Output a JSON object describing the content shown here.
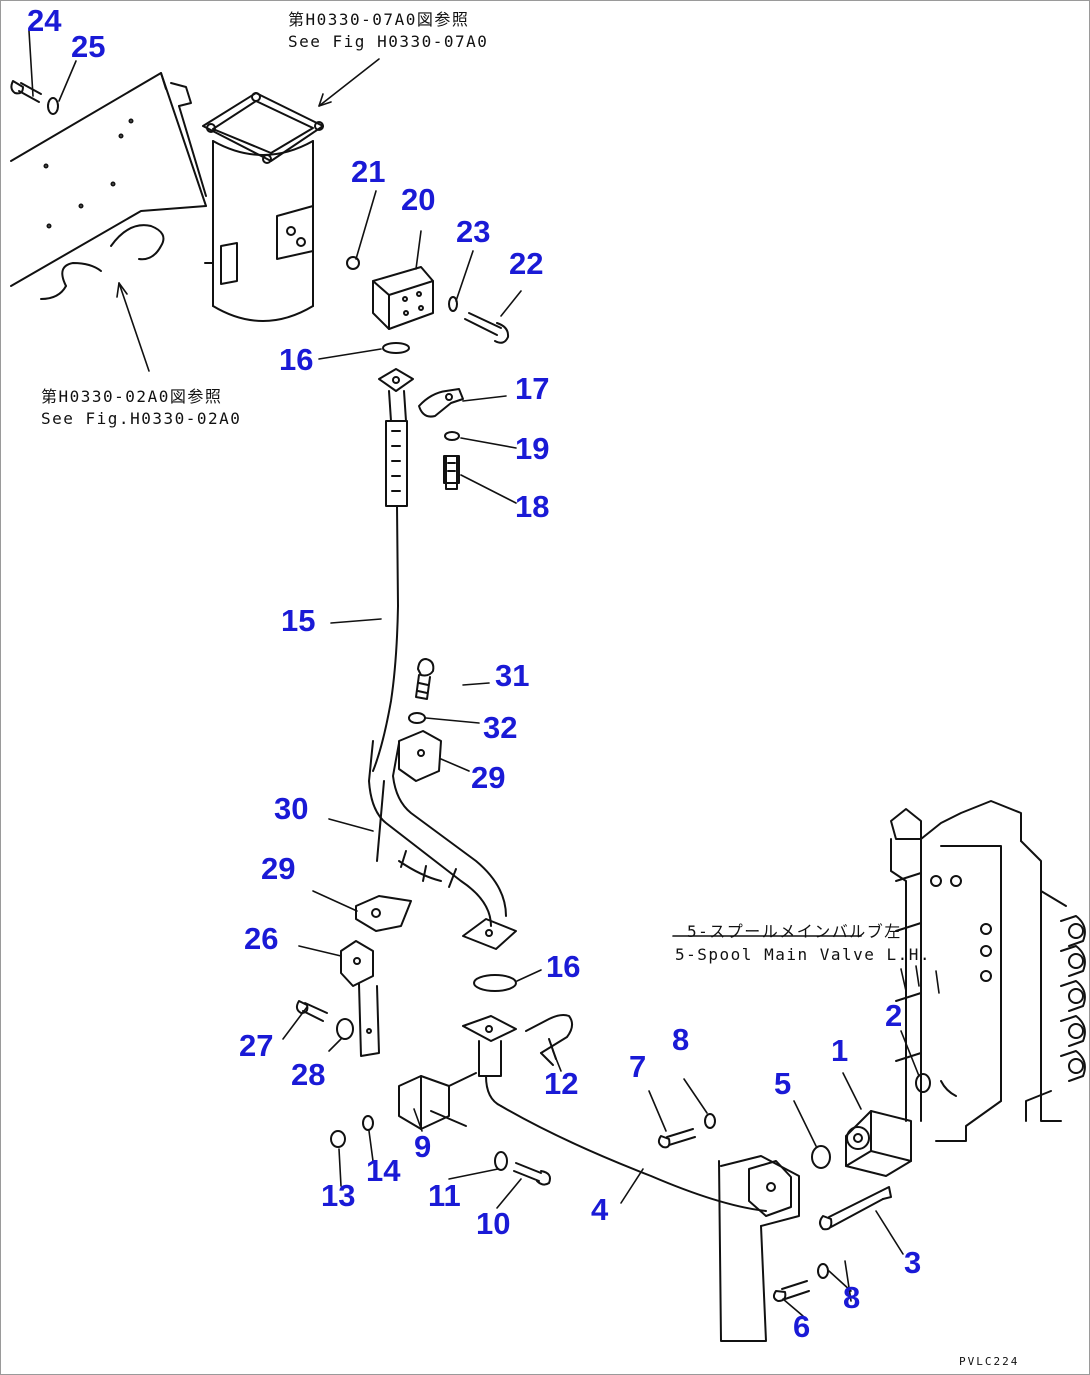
{
  "colors": {
    "callout": "#1a1ad6",
    "line": "#111111",
    "frame": "#9a9a9a"
  },
  "callouts": {
    "c24": "24",
    "c25": "25",
    "c21": "21",
    "c20": "20",
    "c23": "23",
    "c22": "22",
    "c16a": "16",
    "c17": "17",
    "c19": "19",
    "c18": "18",
    "c15": "15",
    "c31": "31",
    "c32": "32",
    "c29a": "29",
    "c30": "30",
    "c29b": "29",
    "c26": "26",
    "c16b": "16",
    "c27": "27",
    "c28": "28",
    "c12": "12",
    "c8a": "8",
    "c7": "7",
    "c5": "5",
    "c1": "1",
    "c2": "2",
    "c9": "9",
    "c14": "14",
    "c13": "13",
    "c11": "11",
    "c10": "10",
    "c4": "4",
    "c3": "3",
    "c8b": "8",
    "c6": "6"
  },
  "references": {
    "top_jp": "第H0330-07A0図参照",
    "top_en": "See Fig H0330-07A0",
    "left_jp": "第H0330-02A0図参照",
    "left_en": "See Fig.H0330-02A0",
    "valve_jp": "5-スプールメインバルブ左",
    "valve_en": "5-Spool Main Valve L.H."
  },
  "drawing_code": "PVLC224"
}
